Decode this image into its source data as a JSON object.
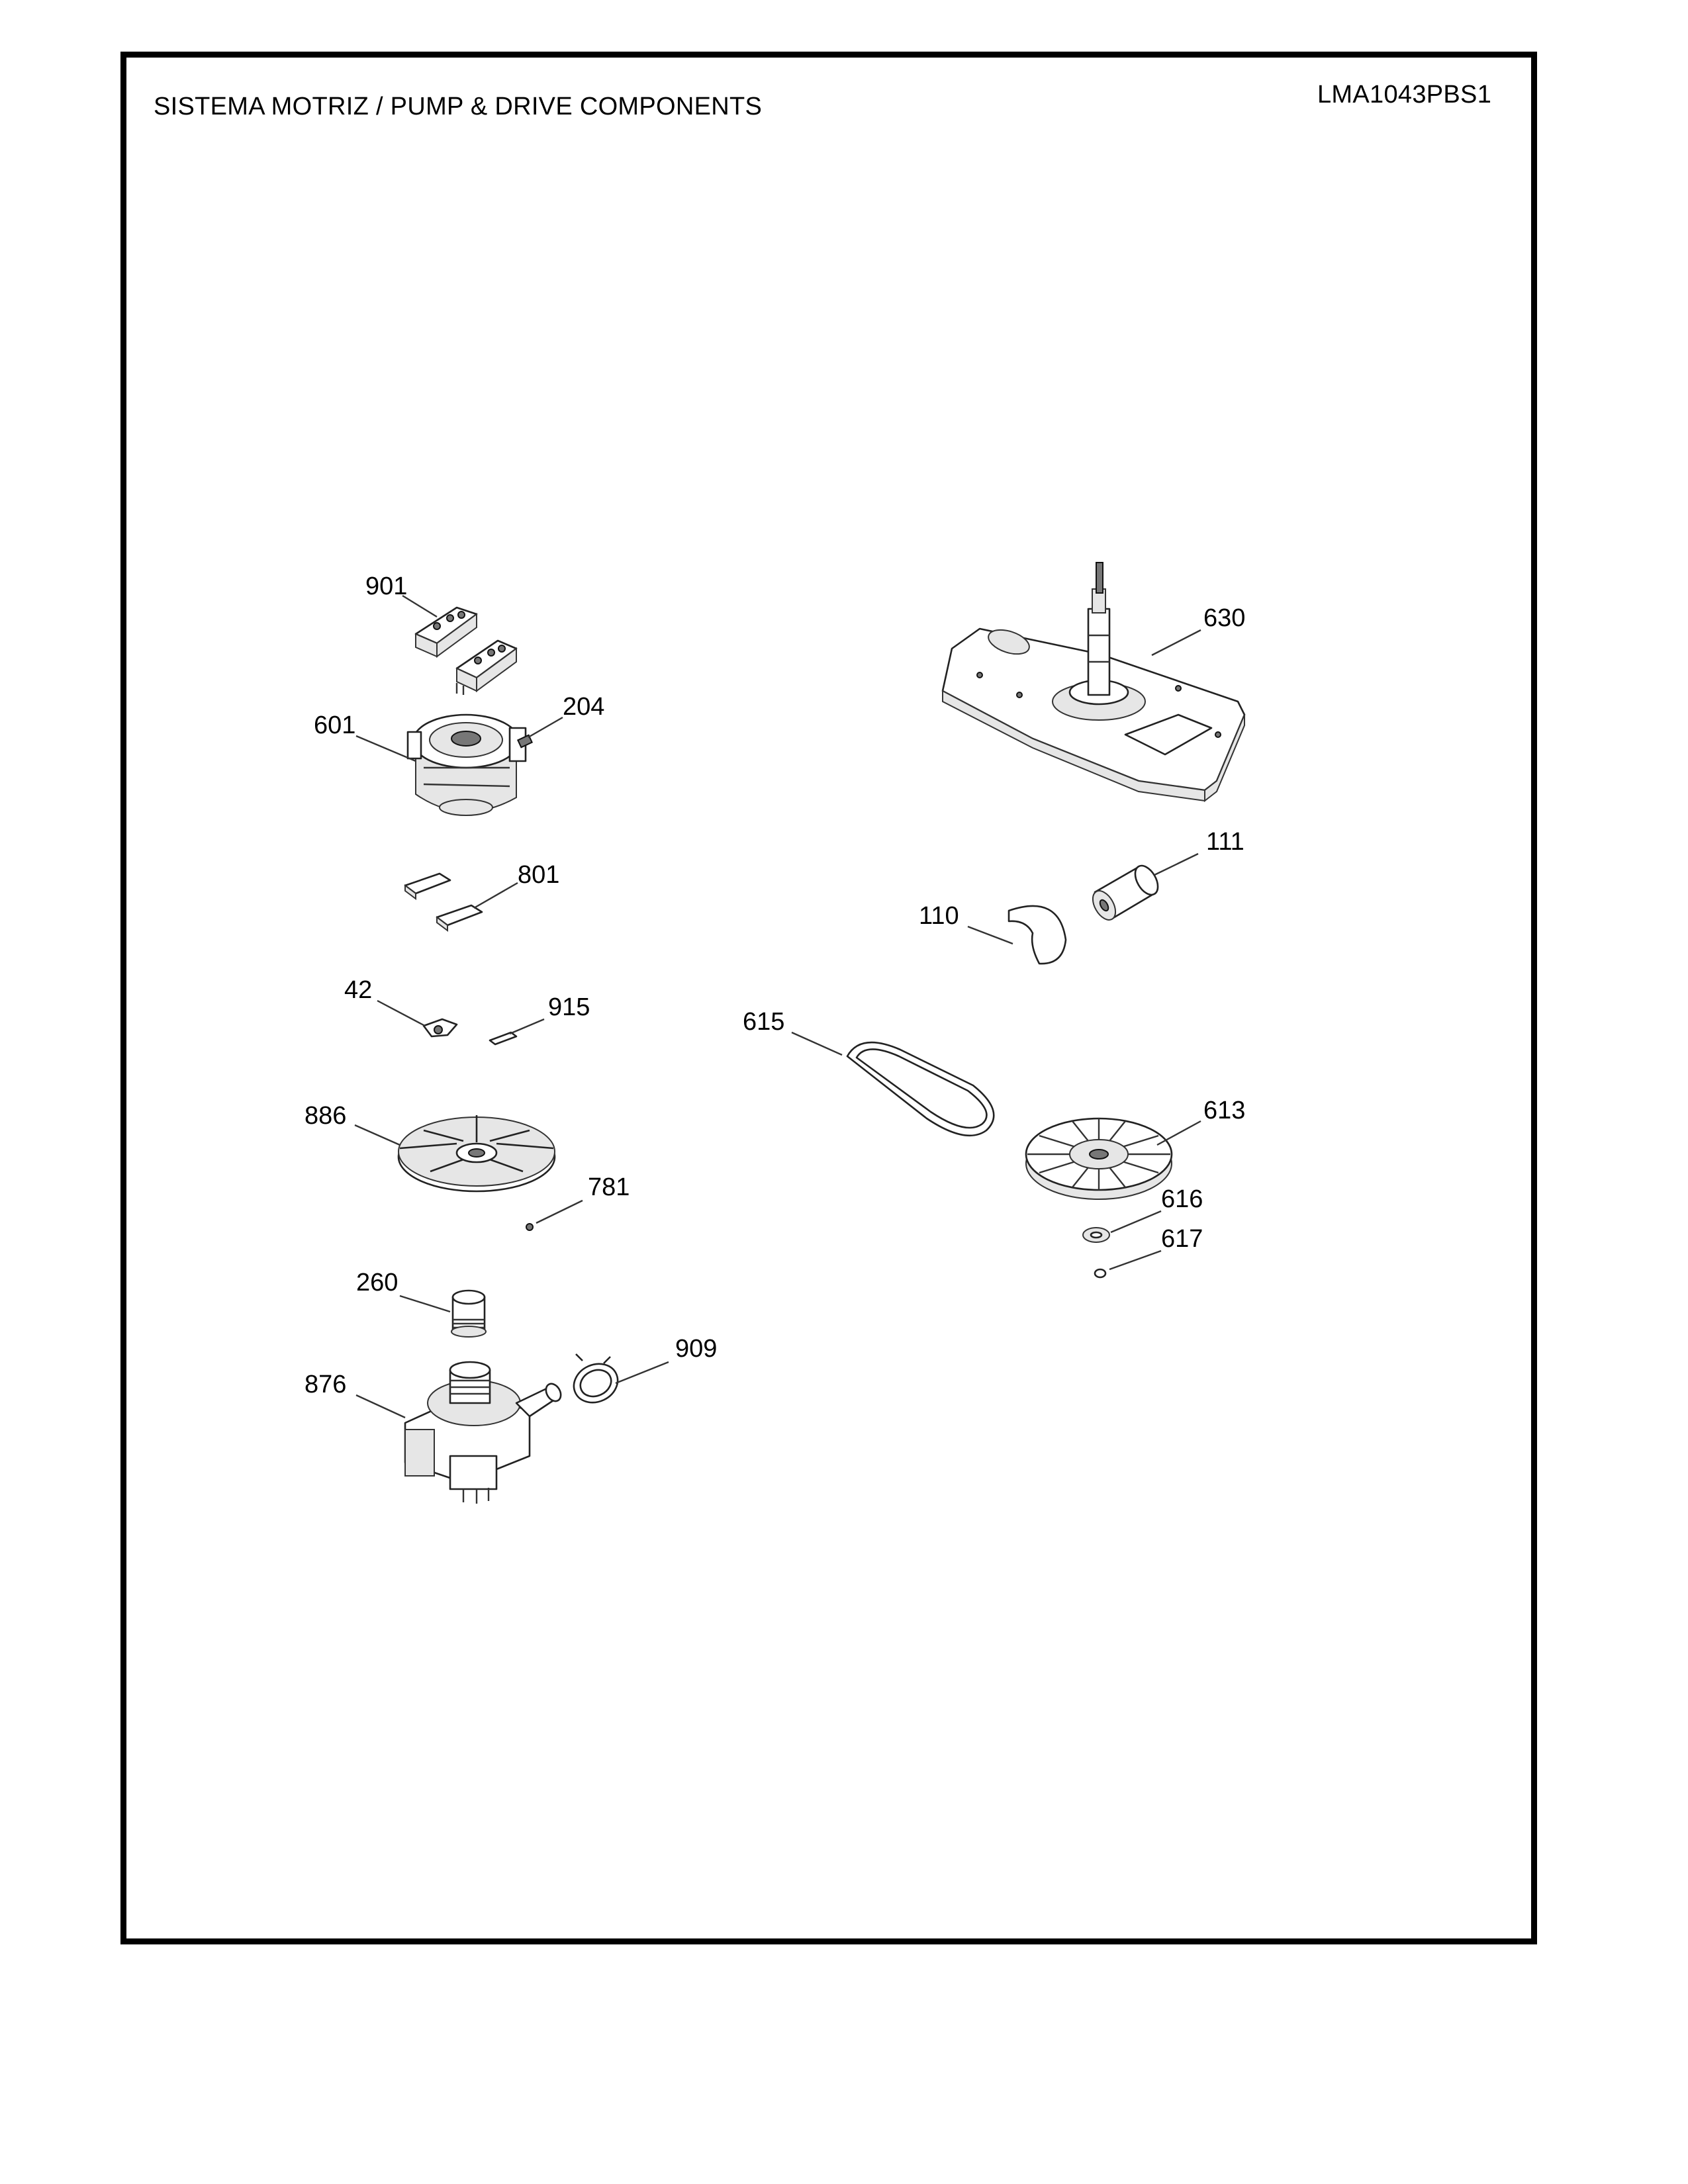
{
  "header": {
    "title": "SISTEMA MOTRIZ / PUMP  &  DRIVE COMPONENTS",
    "model": "LMA1043PBS1"
  },
  "callouts": [
    {
      "id": "901",
      "label": "901"
    },
    {
      "id": "601",
      "label": "601"
    },
    {
      "id": "204",
      "label": "204"
    },
    {
      "id": "801",
      "label": "801"
    },
    {
      "id": "42",
      "label": "42"
    },
    {
      "id": "915",
      "label": "915"
    },
    {
      "id": "886",
      "label": "886"
    },
    {
      "id": "781",
      "label": "781"
    },
    {
      "id": "260",
      "label": "260"
    },
    {
      "id": "909",
      "label": "909"
    },
    {
      "id": "876",
      "label": "876"
    },
    {
      "id": "630",
      "label": "630"
    },
    {
      "id": "111",
      "label": "111"
    },
    {
      "id": "110",
      "label": "110"
    },
    {
      "id": "615",
      "label": "615"
    },
    {
      "id": "613",
      "label": "613"
    },
    {
      "id": "616",
      "label": "616"
    },
    {
      "id": "617",
      "label": "617"
    }
  ]
}
